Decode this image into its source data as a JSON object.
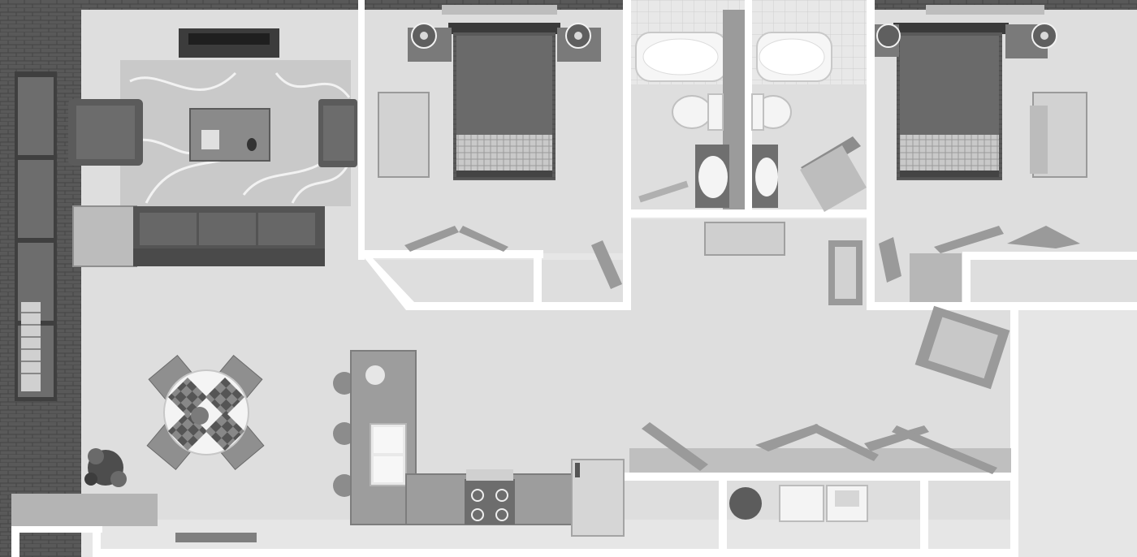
{
  "image": {
    "kind": "top-down 3D floor plan rendering, grayscale",
    "text_labels": []
  },
  "palette": {
    "background": "#e6e6e6",
    "floor": "#dedede",
    "exterior_brick": "#555555",
    "wall": "#ffffff",
    "furniture_dark": "#6b6b6b",
    "furniture_light": "#bdbdbd",
    "fixture_white": "#f4f4f4"
  },
  "rooms": [
    {
      "id": "living-room",
      "furniture": [
        "tv-console",
        "area-rug",
        "coffee-table",
        "armchair-left",
        "armchair-right",
        "sofa",
        "side-cabinet"
      ]
    },
    {
      "id": "bedroom-1",
      "furniture": [
        "double-bed",
        "nightstand-left",
        "nightstand-right",
        "dresser",
        "closet-doors"
      ]
    },
    {
      "id": "bathroom-1",
      "furniture": [
        "bathtub",
        "toilet",
        "vanity-sink"
      ]
    },
    {
      "id": "bathroom-2",
      "furniture": [
        "bathtub",
        "toilet",
        "vanity-sink"
      ]
    },
    {
      "id": "bedroom-2",
      "furniture": [
        "double-bed",
        "nightstand-left",
        "nightstand-right",
        "dresser",
        "closet-doors"
      ]
    },
    {
      "id": "dining-area",
      "furniture": [
        "round-table",
        "chairs",
        "plant"
      ]
    },
    {
      "id": "kitchen",
      "furniture": [
        "island",
        "bar-stools",
        "double-sink",
        "stove",
        "refrigerator",
        "counter"
      ]
    },
    {
      "id": "utility",
      "furniture": [
        "water-heater",
        "washer",
        "dryer",
        "closet-doors"
      ]
    }
  ]
}
